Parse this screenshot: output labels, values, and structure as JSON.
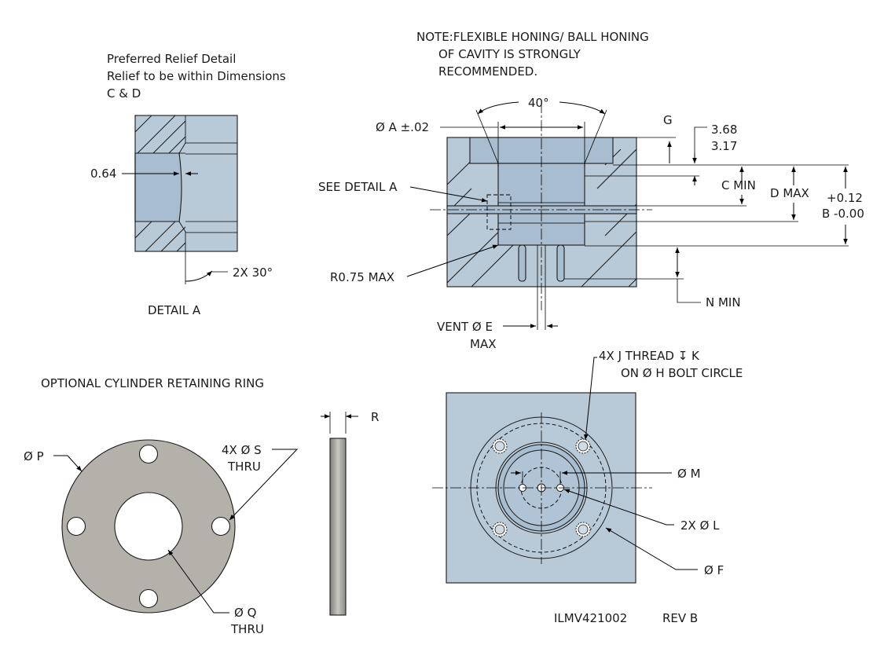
{
  "note": {
    "line1": "NOTE:FLEXIBLE HONING/ BALL HONING",
    "line2": "OF CAVITY IS STRONGLY",
    "line3": "RECOMMENDED."
  },
  "detail_a": {
    "title1": "Preferred Relief Detail",
    "title2": "Relief to be within Dimensions",
    "title3": "C & D",
    "dim_064": "0.64",
    "angle": "2X 30°",
    "caption": "DETAIL A"
  },
  "section": {
    "angle": "40°",
    "dia_a": "Ø A ±.02",
    "g": "G",
    "d368": "3.68",
    "d317": "3.17",
    "c_min": "C MIN",
    "d_max": "D MAX",
    "b_plus": "+0.12",
    "b_minus": "B -0.00",
    "see_detail": "SEE DETAIL A",
    "r075": "R0.75 MAX",
    "n_min": "N MIN",
    "vent1": "VENT Ø E",
    "vent2": "MAX"
  },
  "ring": {
    "title": "OPTIONAL CYLINDER RETAINING RING",
    "dia_p": "Ø P",
    "holes1": "4X Ø S",
    "holes2": "THRU",
    "dia_q": "Ø Q",
    "thru": "THRU",
    "r": "R"
  },
  "plan": {
    "thread1": "4X J THREAD ↧ K",
    "thread2": "ON Ø  H BOLT CIRCLE",
    "dia_m": "Ø M",
    "dia_l": "2X Ø L",
    "dia_f": "Ø F",
    "drawing_no": "ILMV421002",
    "rev": "REV B"
  },
  "colors": {
    "part_blue": "#b8cad8",
    "ring_gray": "#b4b1ab"
  }
}
